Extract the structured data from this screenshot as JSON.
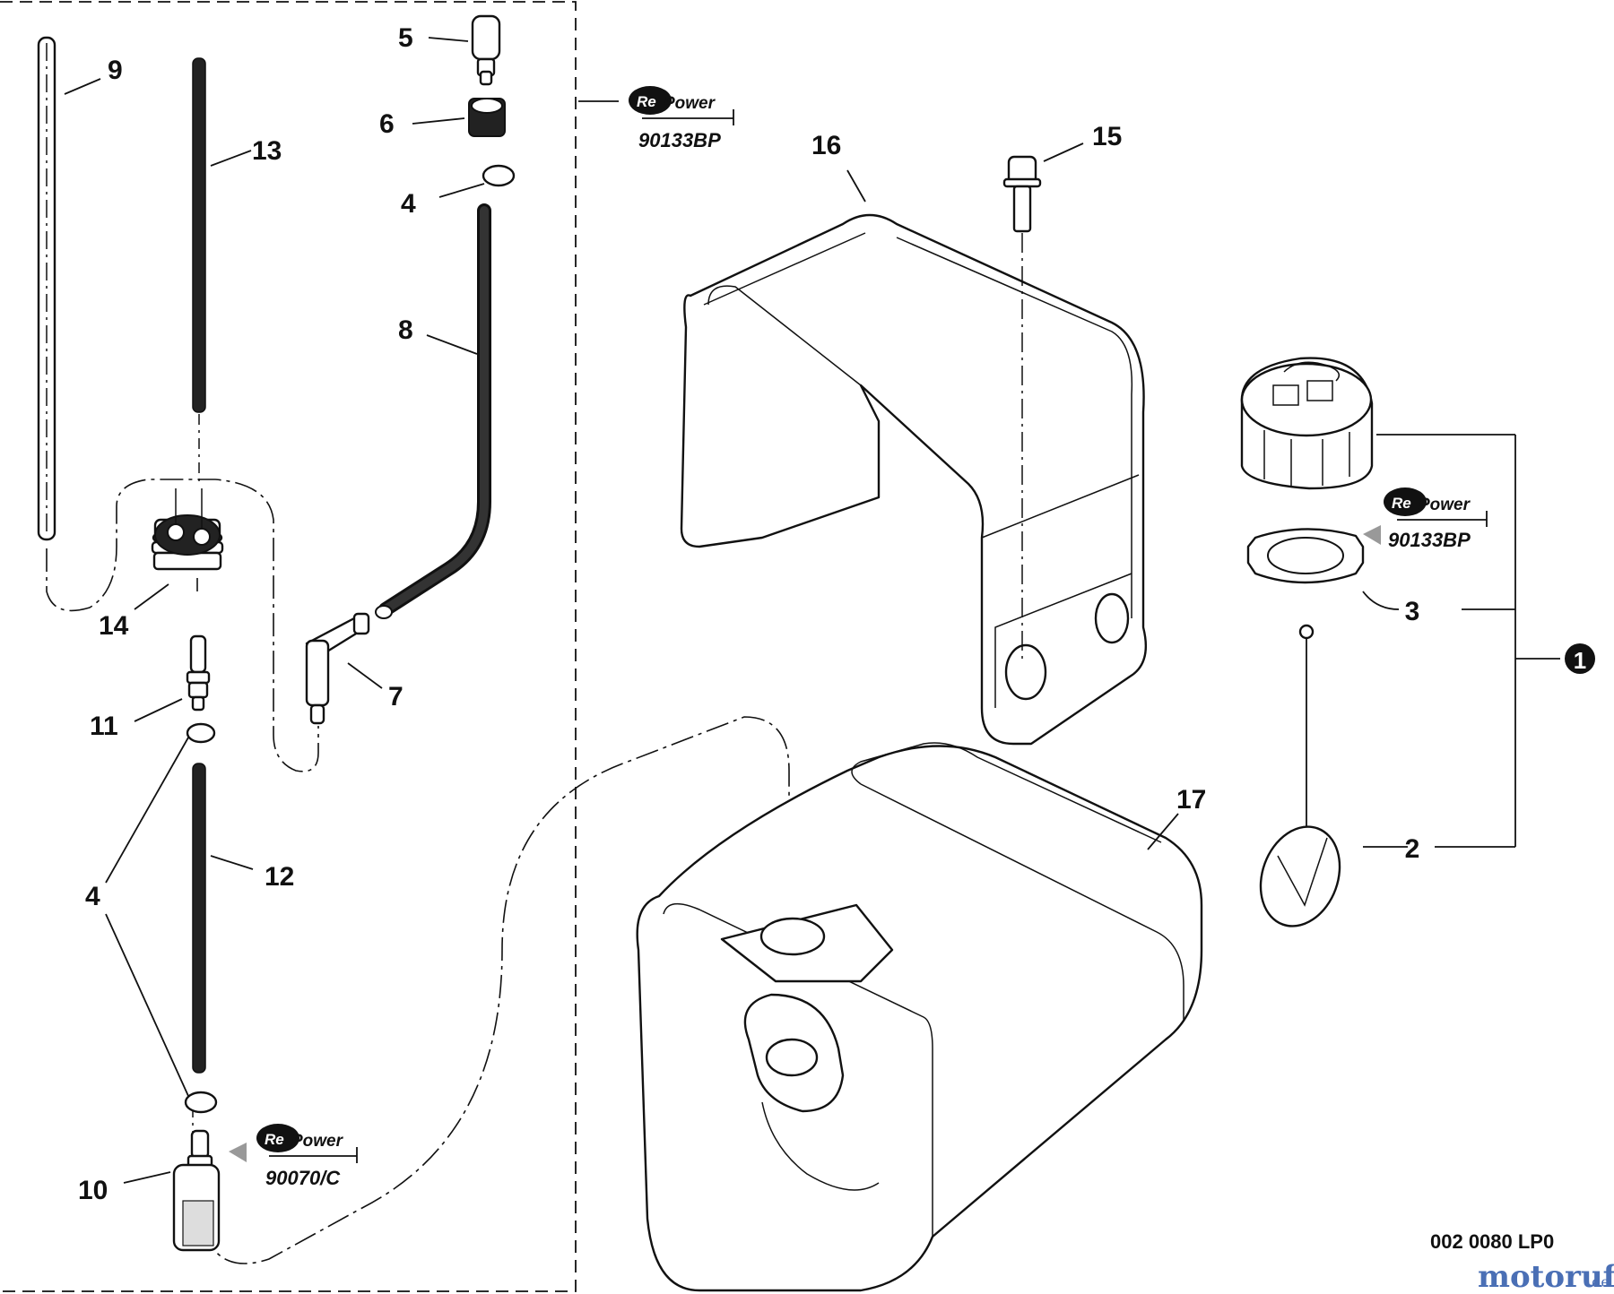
{
  "callouts": {
    "p1": "1",
    "p2": "2",
    "p3": "3",
    "p4a": "4",
    "p4b": "4",
    "p5": "5",
    "p6": "6",
    "p7": "7",
    "p8": "8",
    "p9": "9",
    "p10": "10",
    "p11": "11",
    "p12": "12",
    "p13": "13",
    "p14": "14",
    "p15": "15",
    "p16": "16",
    "p17": "17"
  },
  "repower": {
    "logo_re": "Re",
    "logo_word": "Power",
    "codes": [
      "90133BP",
      "90133BP",
      "90070/C"
    ]
  },
  "drawing_number": "002 0080 LP0",
  "watermark": {
    "name": "motoruf",
    "tld": ".de"
  },
  "colors": {
    "line": "#111111",
    "watermark": "#4a6fb5"
  }
}
